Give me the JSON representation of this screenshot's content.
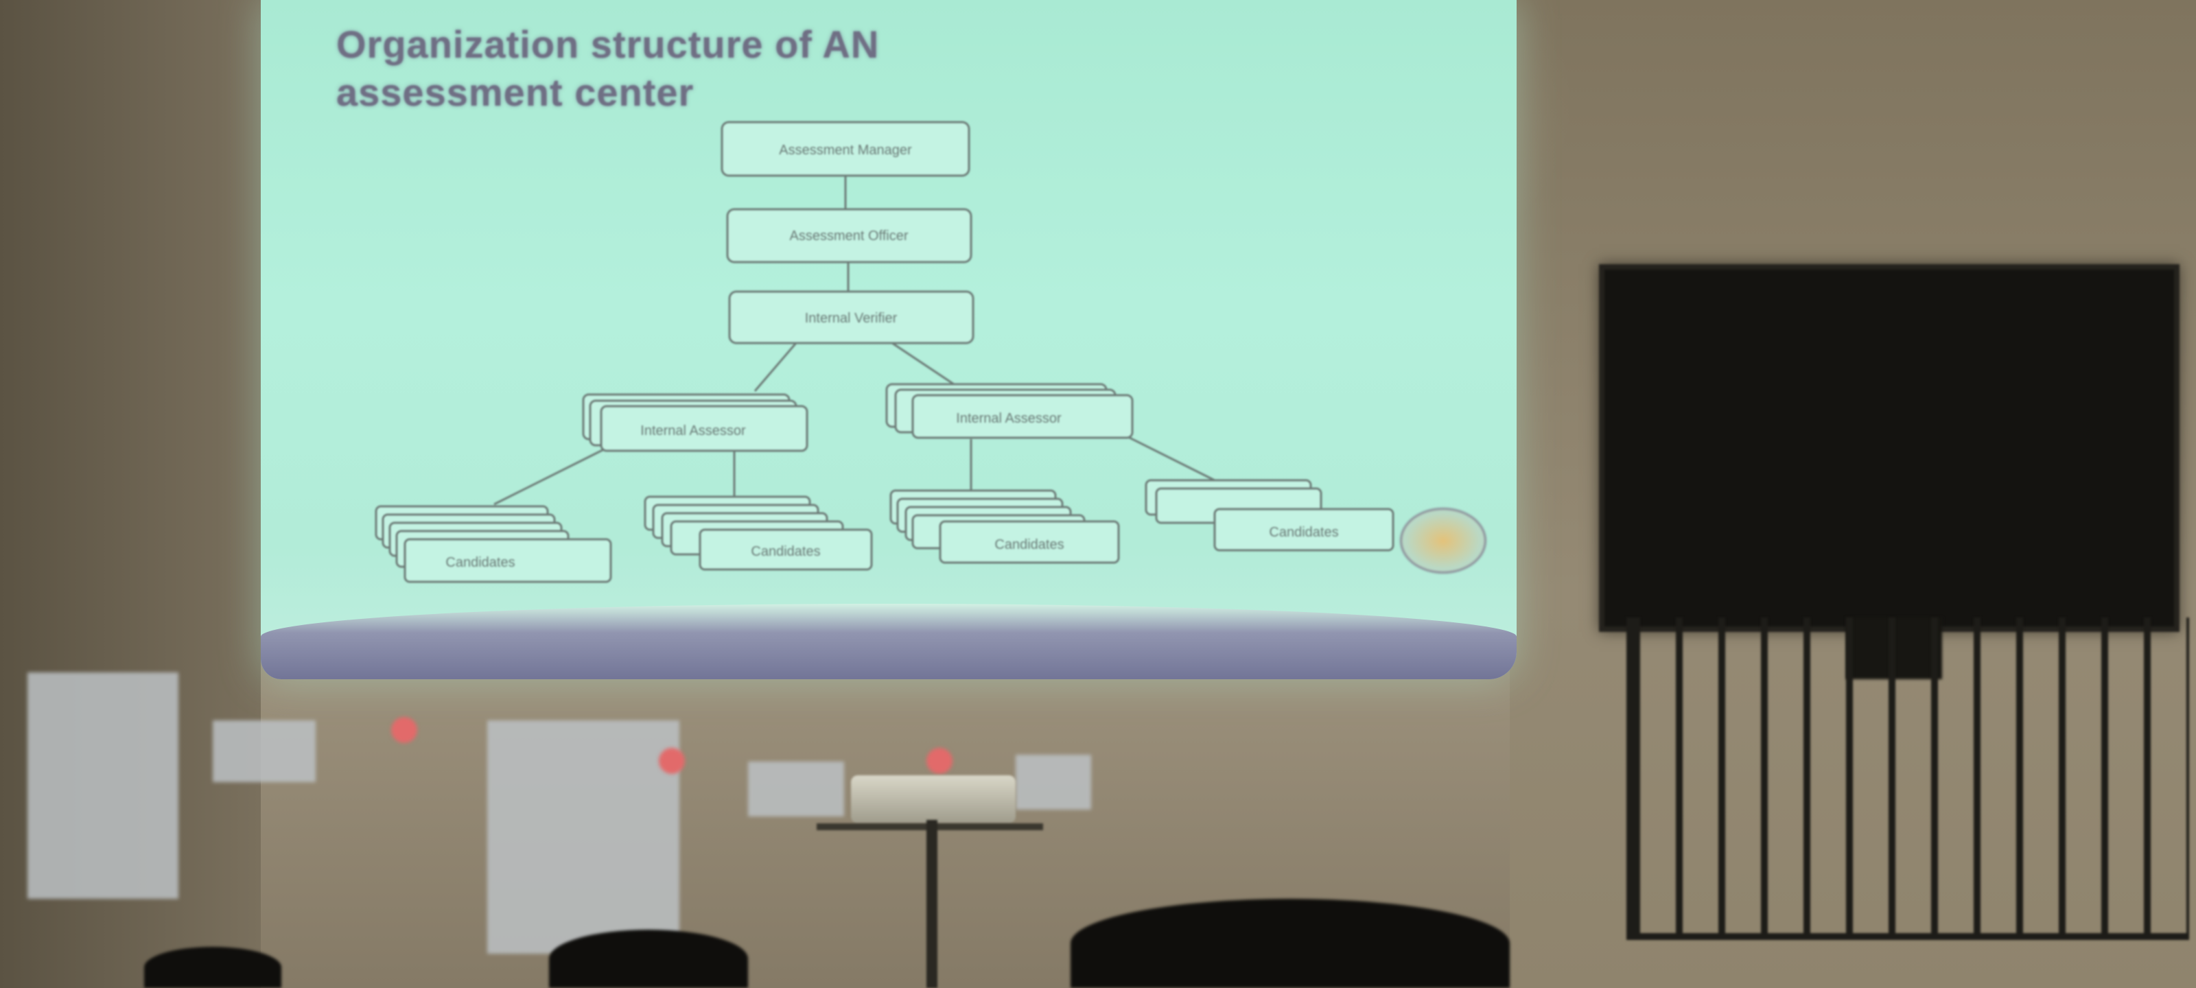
{
  "slide": {
    "title_line1": "Organization structure of AN",
    "title_line2": "assessment center"
  },
  "diagram": {
    "assessment_manager": "Assessment Manager",
    "assessment_officer": "Assessment Officer",
    "internal_verifier": "Internal Verifier",
    "internal_assessor_left": "Internal Assessor",
    "internal_assessor_right": "Internal Assessor",
    "candidates_1": "Candidates",
    "candidates_2": "Candidates",
    "candidates_3": "Candidates",
    "candidates_4": "Candidates"
  },
  "colors": {
    "screen": "#b4f0dc",
    "title": "#6f6f84",
    "box_stroke": "#6c7a76",
    "tv": "#141310"
  }
}
